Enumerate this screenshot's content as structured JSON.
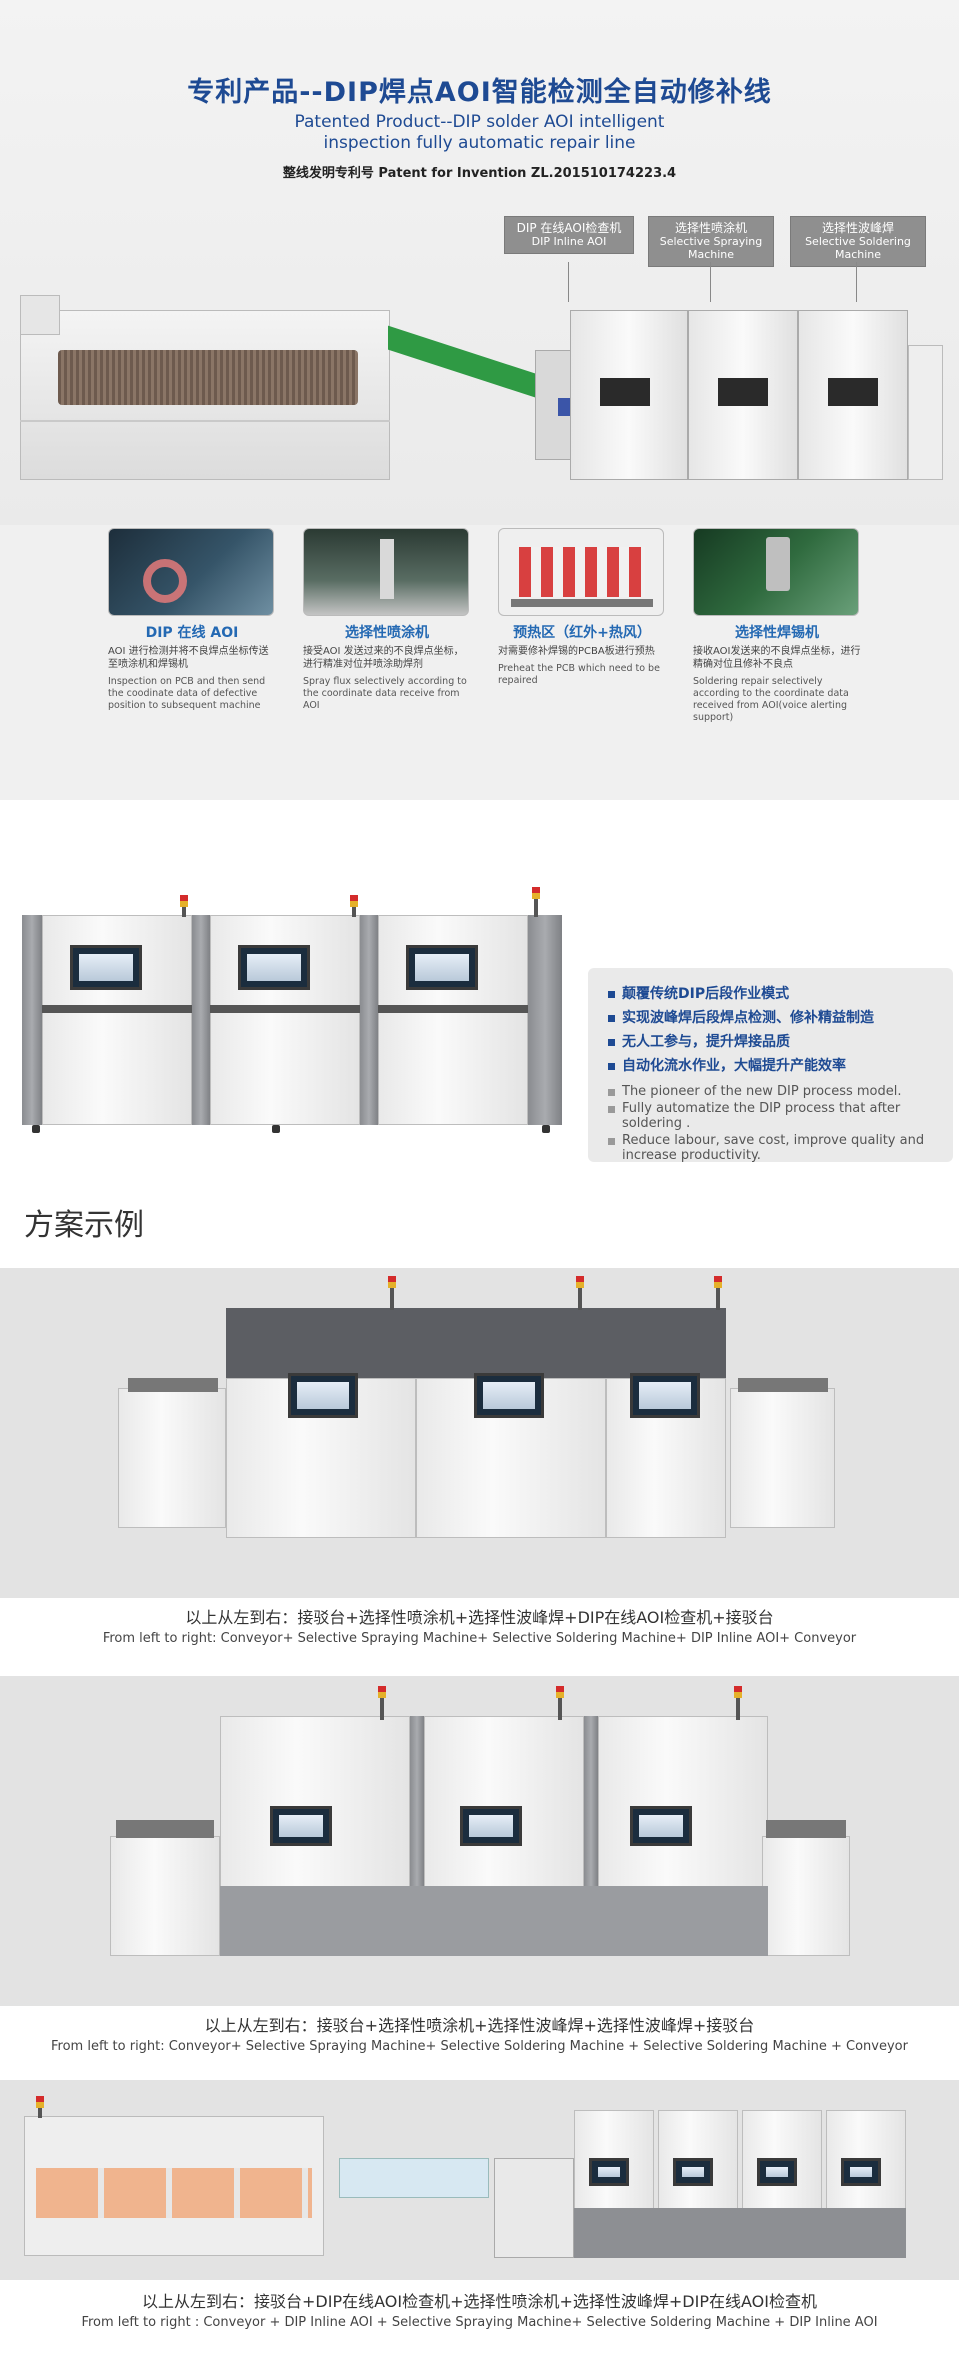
{
  "hero": {
    "title": "专利产品--DIP焊点AOI智能检测全自动修补线",
    "subtitle_line1": "Patented Product--DIP solder AOI intelligent",
    "subtitle_line2": "inspection fully automatic repair line",
    "patent": "整线发明专利号 Patent for Invention ZL.201510174223.4",
    "tags": [
      {
        "cn": "DIP 在线AOI检查机",
        "en": "DIP Inline AOI"
      },
      {
        "cn": "选择性喷涂机",
        "en": "Selective Spraying Machine"
      },
      {
        "cn": "选择性波峰焊",
        "en": "Selective Soldering Machine"
      }
    ]
  },
  "features": [
    {
      "title": "DIP 在线 AOI",
      "cn": "AOI 进行检测并将不良焊点坐标传送至喷涂机和焊锡机",
      "en": "Inspection on PCB and then send the coodinate data of defective position to subsequent machine"
    },
    {
      "title": "选择性喷涂机",
      "cn": "接受AOI 发送过来的不良焊点坐标，进行精准对位并喷涂助焊剂",
      "en": "Spray flux selectively according to the coordinate data receive from AOI"
    },
    {
      "title": "预热区（红外+热风）",
      "cn": "对需要修补焊锡的PCBA板进行预热",
      "en": "Preheat  the PCB which need to be repaired"
    },
    {
      "title": "选择性焊锡机",
      "cn": "接收AOI发送来的不良焊点坐标，进行精确对位且修补不良点",
      "en": "Soldering repair selectively according to the coordinate data received from AOI(voice alerting support)"
    }
  ],
  "advantages": {
    "cn": [
      "颠覆传统DIP后段作业模式",
      "实现波峰焊后段焊点检测、修补精益制造",
      "无人工参与，提升焊接品质",
      "自动化流水作业，大幅提升产能效率"
    ],
    "en": [
      "The pioneer of the new DIP process model.",
      "Fully automatize the DIP process that after soldering .",
      "Reduce labour, save cost, improve quality and increase productivity."
    ]
  },
  "section_heading": "方案示例",
  "examples": [
    {
      "cn": "以上从左到右：接驳台+选择性喷涂机+选择性波峰焊+DIP在线AOI检查机+接驳台",
      "en": "From left to right: Conveyor+ Selective Spraying Machine+ Selective Soldering Machine+ DIP Inline AOI+ Conveyor"
    },
    {
      "cn": "以上从左到右：接驳台+选择性喷涂机+选择性波峰焊+选择性波峰焊+接驳台",
      "en": "From left to right: Conveyor+ Selective Spraying Machine+ Selective Soldering Machine + Selective Soldering Machine + Conveyor"
    },
    {
      "cn": "以上从左到右：接驳台+DIP在线AOI检查机+选择性喷涂机+选择性波峰焊+DIP在线AOI检查机",
      "en": "From left to right : Conveyor + DIP Inline AOI + Selective Spraying Machine+ Selective Soldering Machine + DIP Inline AOI"
    }
  ],
  "colors": {
    "brand_blue": "#1e4a93",
    "accent_blue": "#2469b3",
    "panel_grey": "#eaeaea"
  }
}
